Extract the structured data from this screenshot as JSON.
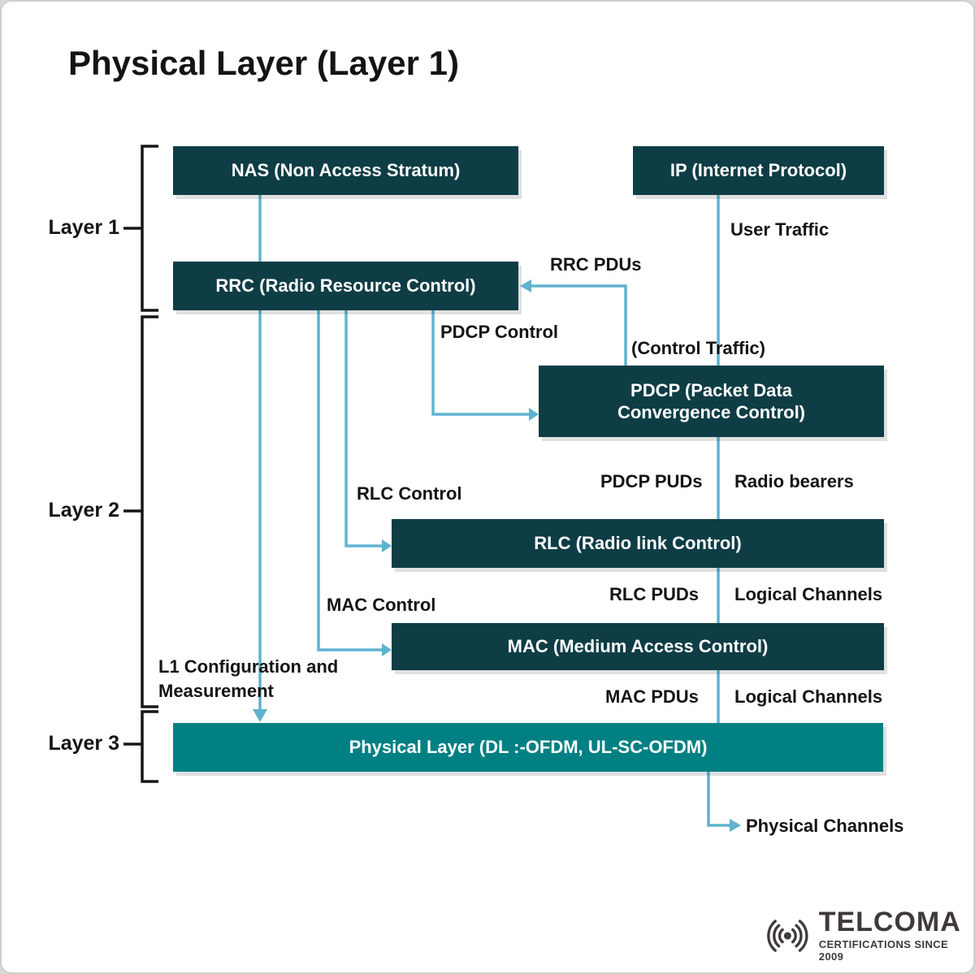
{
  "title": "Physical Layer (Layer 1)",
  "layers": {
    "l1": "Layer 1",
    "l2": "Layer 2",
    "l3": "Layer 3"
  },
  "boxes": {
    "nas": {
      "label": "NAS (Non Access Stratum)"
    },
    "ip": {
      "label": "IP (Internet Protocol)"
    },
    "rrc": {
      "label": "RRC (Radio Resource Control)"
    },
    "pdcp": {
      "label": "PDCP (Packet Data Convergence Control)"
    },
    "rlc": {
      "label": "RLC (Radio link Control)"
    },
    "mac": {
      "label": "MAC (Medium Access Control)"
    },
    "phy": {
      "label": "Physical Layer (DL :-OFDM, UL-SC-OFDM)"
    }
  },
  "annotations": {
    "user_traffic": "User Traffic",
    "rrc_pdus": "RRC PDUs",
    "pdcp_control": "PDCP Control",
    "control_traffic": "(Control Traffic)",
    "pdcp_puds": "PDCP PUDs",
    "radio_bearers": "Radio bearers",
    "rlc_control": "RLC Control",
    "rlc_puds": "RLC PUDs",
    "logical_channels_1": "Logical Channels",
    "mac_control": "MAC Control",
    "mac_pdus": "MAC PDUs",
    "logical_channels_2": "Logical Channels",
    "l1_config": "L1 Configuration and Measurement",
    "physical_channels": "Physical Channels"
  },
  "logo": {
    "name": "TELCOMA",
    "tagline": "CERTIFICATIONS SINCE 2009",
    "icon": "signal-waves-icon"
  },
  "colors": {
    "box_dark": "#0e3d45",
    "box_teal": "#008083",
    "connector_blue": "#5fb3cf",
    "bracket_black": "#161616",
    "text": "#141414",
    "logo_gray": "#3f3a3a",
    "background": "#ffffff",
    "frame": "#d8d8d8"
  }
}
